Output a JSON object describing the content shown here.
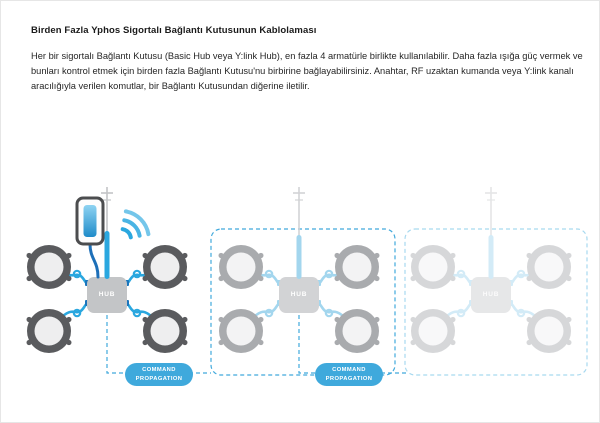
{
  "doc": {
    "title": "Birden Fazla Yphos Sigortalı Bağlantı Kutusunun Kablolaması",
    "paragraph": "Her bir sigortalı Bağlantı Kutusu (Basic Hub veya Y:link Hub), en fazla 4 armatürle birlikte kullanılabilir. Daha fazla ışığa güç vermek ve bunları kontrol etmek için birden fazla Bağlantı Kutusu'nu birbirine bağlayabilirsiniz. Anahtar, RF uzaktan kumanda veya Y:link kanalı aracılığıyla verilen komutlar, bir Bağlantı Kutusundan diğerine iletilir."
  },
  "diagram": {
    "hubs": [
      {
        "label": "HUB"
      },
      {
        "label": "HUB"
      },
      {
        "label": "HUB"
      }
    ],
    "command_labels": [
      "COMMAND PROPAGATION",
      "COMMAND PROPAGATION"
    ],
    "colors": {
      "accent_blue": "#2aa7df",
      "dark_blue": "#1b75bc",
      "pill_blue": "#3fa9dc",
      "hub_gray": "#c3c5c7",
      "fixture_dark": "#5a5b5e",
      "fixture_mid": "#a9abae",
      "fixture_faded": "#d6d7d9"
    }
  }
}
